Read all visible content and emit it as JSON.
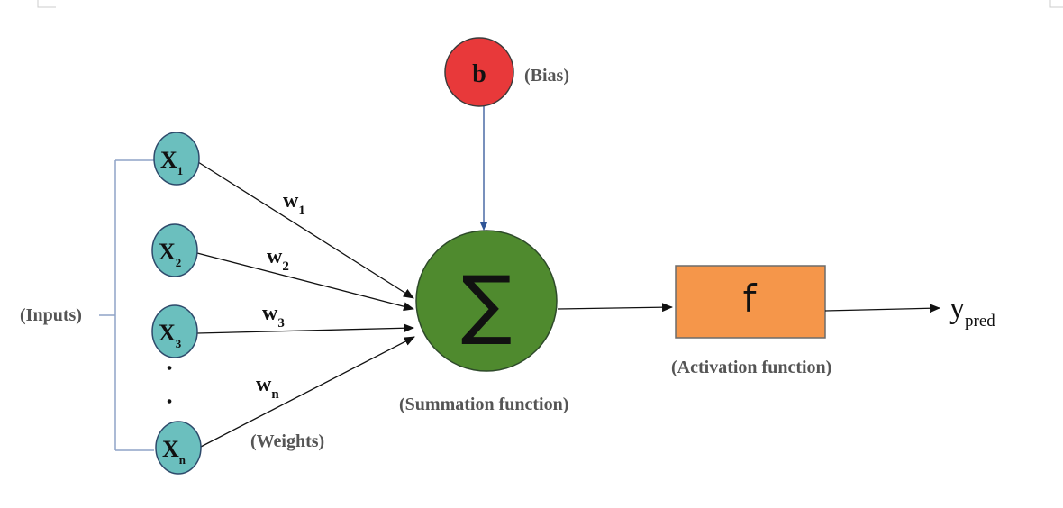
{
  "bias": {
    "symbol": "b",
    "label": "(Bias)",
    "color": "#e8393a"
  },
  "inputs": {
    "label": "(Inputs)",
    "color": "#6bbfbe",
    "nodes": [
      {
        "name": "X",
        "sub": "1"
      },
      {
        "name": "X",
        "sub": "2"
      },
      {
        "name": "X",
        "sub": "3"
      },
      {
        "name": "X",
        "sub": "n"
      }
    ],
    "ellipsis": ".."
  },
  "weights": {
    "label": "(Weights)",
    "items": [
      {
        "name": "w",
        "sub": "1"
      },
      {
        "name": "w",
        "sub": "2"
      },
      {
        "name": "w",
        "sub": "3"
      },
      {
        "name": "w",
        "sub": "n"
      }
    ]
  },
  "summation": {
    "symbol": "∑",
    "label": "(Summation function)",
    "color": "#4f8a2e"
  },
  "activation": {
    "symbol": "f",
    "label": "(Activation function)",
    "color": "#f5964a"
  },
  "output": {
    "name": "y",
    "sub": "pred"
  }
}
